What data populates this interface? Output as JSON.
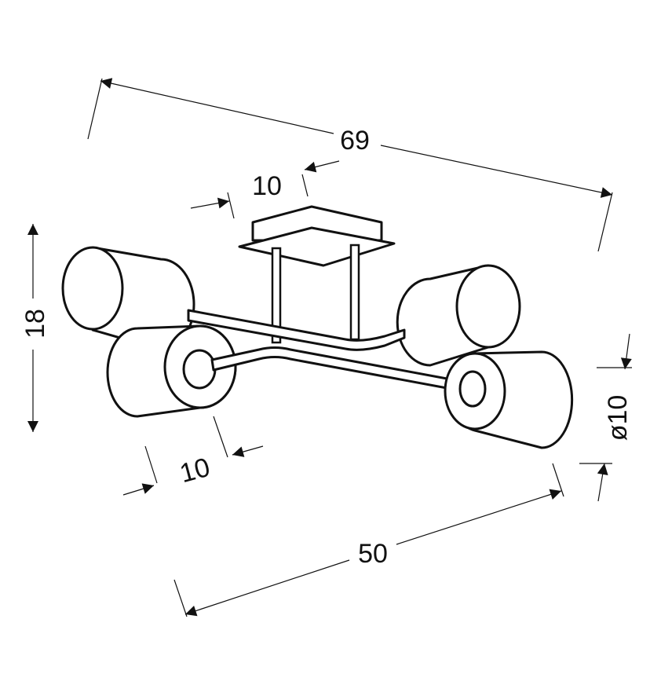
{
  "diagram": {
    "title": "Ceiling lamp dimension drawing",
    "dimensions": {
      "overall_width": "69",
      "canopy_width": "10",
      "height": "18",
      "shade_length": "10",
      "arm_span": "50",
      "shade_diameter": "ø10"
    }
  }
}
